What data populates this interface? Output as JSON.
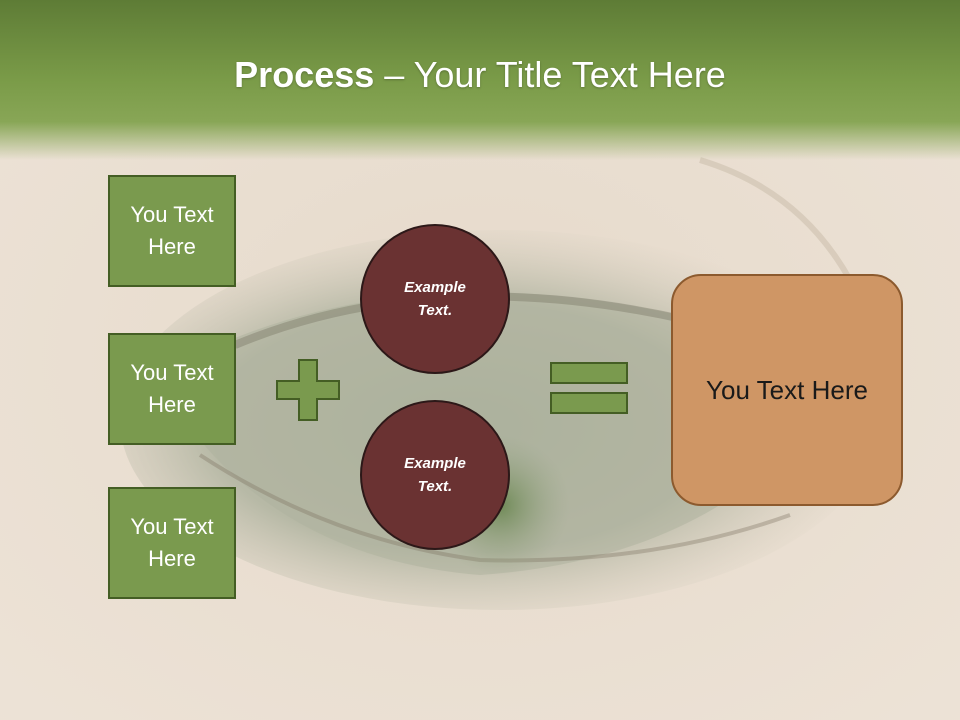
{
  "title": {
    "bold": "Process",
    "rest": " – Your Title Text Here"
  },
  "left_boxes": [
    {
      "label": "You Text Here"
    },
    {
      "label": "You Text Here"
    },
    {
      "label": "You Text Here"
    }
  ],
  "circles": [
    {
      "label": "Example Text."
    },
    {
      "label": "Example Text."
    }
  ],
  "result": {
    "label": "You Text Here"
  },
  "colors": {
    "title_bar": "#7a9b48",
    "green_box": "#7a9a4e",
    "circle": "#6a3232",
    "result_box": "#cf9665"
  },
  "icons": {
    "plus": "plus-icon",
    "equals": "equals-icon"
  }
}
